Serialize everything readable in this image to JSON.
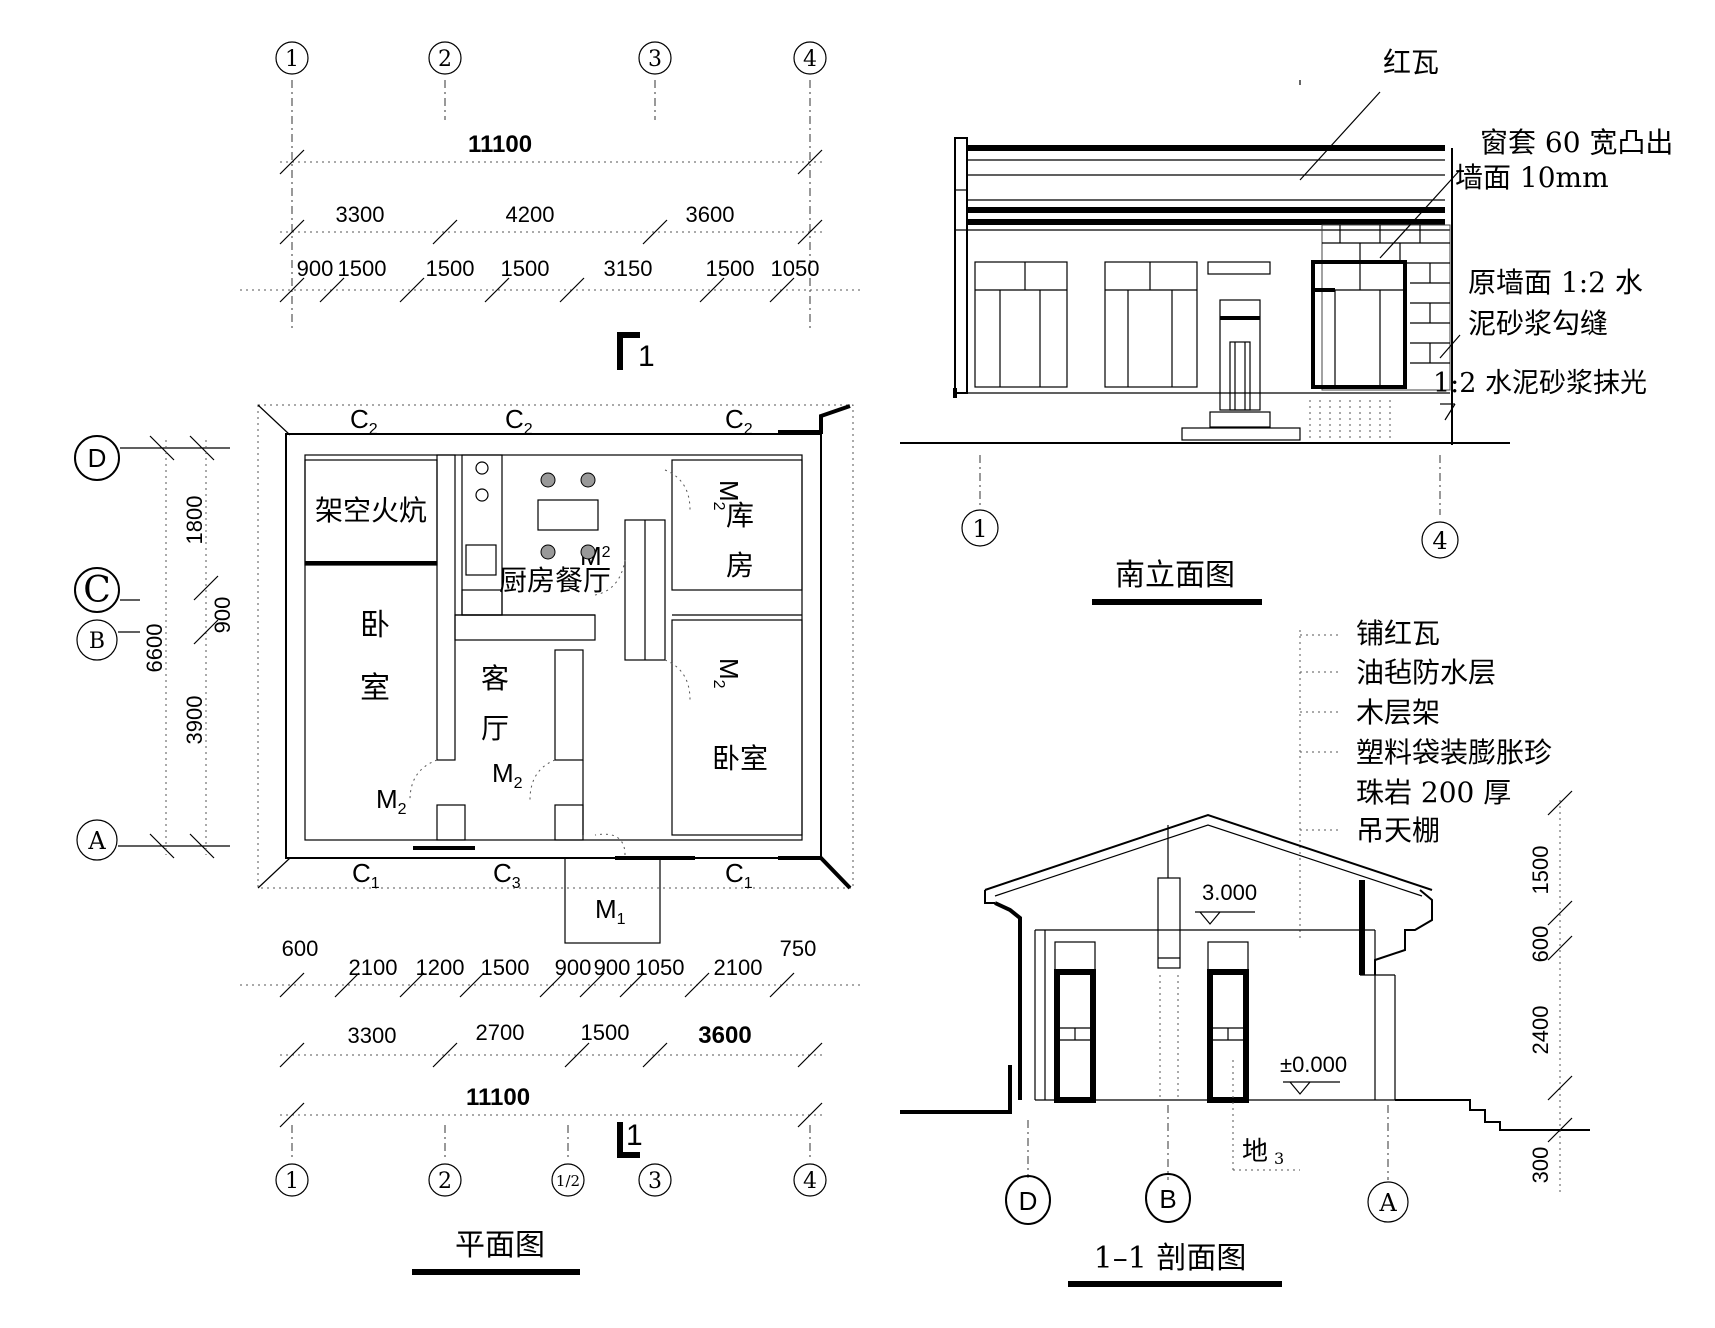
{
  "plan": {
    "caption": "平面图",
    "axes_top": [
      "1",
      "2",
      "3",
      "4"
    ],
    "axes_bottom": [
      "1",
      "2",
      "1/2",
      "3",
      "4"
    ],
    "axes_left": [
      "D",
      "C",
      "B",
      "A"
    ],
    "top_dims": {
      "total": "11100",
      "bays": [
        "3300",
        "4200",
        "3600"
      ],
      "details": [
        "900",
        "1500",
        "1500",
        "1500",
        "3150",
        "1500",
        "1050"
      ]
    },
    "bottom_dims": {
      "details": [
        "600",
        "2100",
        "1200",
        "1500",
        "900",
        "900",
        "1050",
        "2100",
        "750"
      ],
      "bays": [
        "3300",
        "2700",
        "1500",
        "3600"
      ],
      "total": "11100"
    },
    "left_dims": {
      "total": "6600",
      "parts": [
        "1800",
        "900",
        "3900"
      ]
    },
    "rooms": {
      "kang": "架空火炕",
      "bedroom_left_1": "卧",
      "bedroom_left_2": "室",
      "kitchen": "厨房餐厅",
      "storage_1": "库",
      "storage_2": "房",
      "living_1": "客",
      "living_2": "厅",
      "bedroom_right": "卧室"
    },
    "openings": {
      "C": "C",
      "M": "M",
      "sub1": "1",
      "sub2": "2",
      "sub3": "3"
    },
    "section_mark": "1"
  },
  "elevation": {
    "caption": "南立面图",
    "axis_left": "1",
    "axis_right": "4",
    "notes": {
      "roof": "红瓦",
      "window_line1": "窗套 60 宽凸出",
      "window_line2": "墙面 10mm",
      "wall_line1": "原墙面 1:2 水",
      "wall_line2": "泥砂浆勾缝",
      "plinth": "1:2 水泥砂浆抹光"
    }
  },
  "section": {
    "caption": "1–1 剖面图",
    "layers": [
      "铺红瓦",
      "油毡防水层",
      "木层架",
      "塑料袋装膨胀珍",
      "珠岩 200 厚",
      "吊天棚"
    ],
    "level_top": "3.000",
    "level_floor": "±0.000",
    "ground_label": "地",
    "ground_sub": "3",
    "dims": [
      "1500",
      "600",
      "2400",
      "300"
    ],
    "axes": [
      "D",
      "B",
      "A"
    ]
  }
}
